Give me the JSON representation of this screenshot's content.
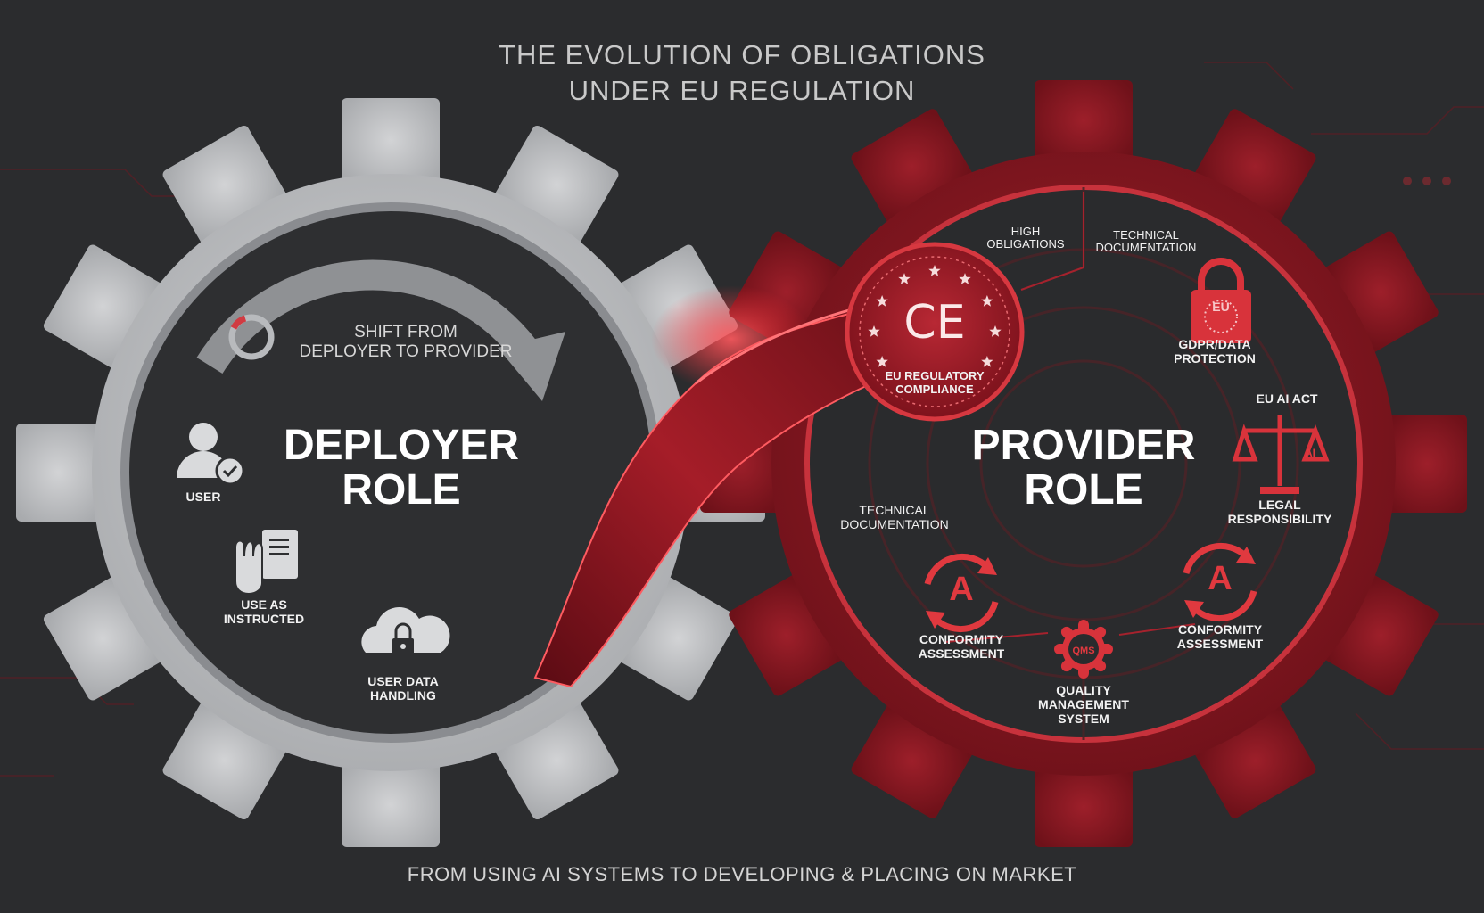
{
  "title": {
    "line1": "THE EVOLUTION OF OBLIGATIONS",
    "line2": "UNDER EU REGULATION"
  },
  "footer": "FROM USING AI SYSTEMS TO DEVELOPING & PLACING ON MARKET",
  "deployer": {
    "role_line1": "DEPLOYER",
    "role_line2": "ROLE",
    "shift_line1": "SHIFT FROM",
    "shift_line2": "DEPLOYER TO PROVIDER",
    "items": [
      {
        "label_lines": [
          "USER"
        ],
        "icon": "user-check-icon"
      },
      {
        "label_lines": [
          "USE AS",
          "INSTRUCTED"
        ],
        "icon": "hand-document-icon"
      },
      {
        "label_lines": [
          "USER DATA",
          "HANDLING"
        ],
        "icon": "cloud-lock-icon"
      }
    ]
  },
  "provider": {
    "role_line1": "PROVIDER",
    "role_line2": "ROLE",
    "ce_mark": "CE",
    "ce_label_line1": "EU REGULATORY",
    "ce_label_line2": "COMPLIANCE",
    "high_obligations_line1": "HIGH",
    "high_obligations_line2": "OBLIGATIONS",
    "tech_doc_top_line1": "TECHNICAL",
    "tech_doc_top_line2": "DOCUMENTATION",
    "gdpr_line1": "GDPR/DATA",
    "gdpr_line2": "PROTECTION",
    "eu_badge": "EU",
    "eu_ai_act": "EU AI ACT",
    "scale_badge": "AI",
    "legal_line1": "LEGAL",
    "legal_line2": "RESPONSIBILITY",
    "tech_doc_left_line1": "TECHNICAL",
    "tech_doc_left_line2": "DOCUMENTATION",
    "conformity_left_line1": "CONFORMITY",
    "conformity_left_line2": "ASSESSMENT",
    "conformity_right_line1": "CONFORMITY",
    "conformity_right_line2": "ASSESSMENT",
    "conformity_glyph": "A",
    "qms_badge": "QMS",
    "qms_line1": "QUALITY",
    "qms_line2": "MANAGEMENT",
    "qms_line3": "SYSTEM"
  },
  "colors": {
    "background": "#2b2c2e",
    "deployer_gear": "#c3c4c6",
    "provider_gear": "#8a1a24",
    "accent_red": "#e0393f"
  }
}
